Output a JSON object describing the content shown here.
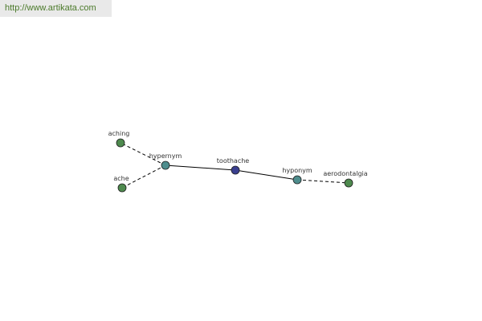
{
  "header": {
    "url_text": "http://www.artikata.com",
    "url_color": "#4b7a2a"
  },
  "graph": {
    "nodes": [
      {
        "id": "toothache",
        "label": "toothache",
        "color": "#3a3f8f"
      },
      {
        "id": "hypernym",
        "label": "hypernym",
        "color": "#4e8d8d"
      },
      {
        "id": "hyponym",
        "label": "hyponym",
        "color": "#4e8d8d"
      },
      {
        "id": "aching",
        "label": "aching",
        "color": "#4e8a4e"
      },
      {
        "id": "ache",
        "label": "ache",
        "color": "#4e8a4e"
      },
      {
        "id": "aerodontalgia",
        "label": "aerodontalgia",
        "color": "#4e8a4e"
      }
    ],
    "edges": [
      {
        "from": "toothache",
        "to": "hypernym",
        "style": "solid"
      },
      {
        "from": "toothache",
        "to": "hyponym",
        "style": "solid"
      },
      {
        "from": "hypernym",
        "to": "aching",
        "style": "dashed"
      },
      {
        "from": "hypernym",
        "to": "ache",
        "style": "dashed"
      },
      {
        "from": "hyponym",
        "to": "aerodontalgia",
        "style": "dashed"
      }
    ]
  }
}
